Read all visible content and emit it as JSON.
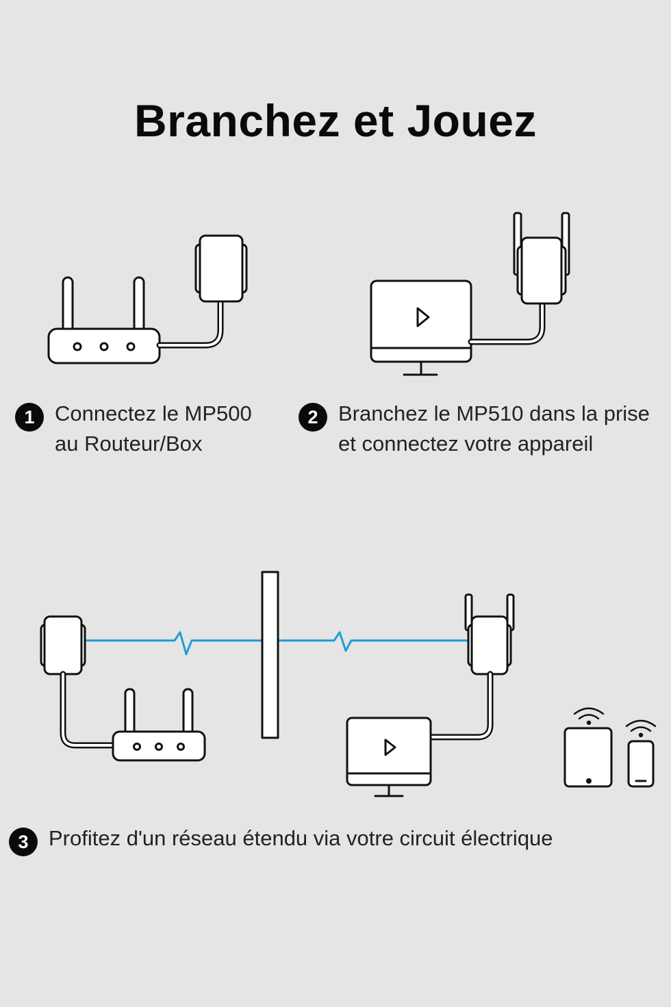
{
  "title": "Branchez et Jouez",
  "steps": [
    {
      "number": "1",
      "line1": "Connectez le MP500",
      "line2": "au Routeur/Box"
    },
    {
      "number": "2",
      "line1": "Branchez le MP510 dans la prise",
      "line2": "et connectez votre appareil"
    },
    {
      "number": "3",
      "line1": "Profitez d'un réseau étendu via votre circuit électrique"
    }
  ],
  "colors": {
    "background": "#e5e5e5",
    "powerline_signal": "#1f9bd6",
    "stroke": "#111111"
  },
  "icons": [
    "router-icon",
    "powerline-adapter-icon",
    "wifi-extender-icon",
    "monitor-icon",
    "play-icon",
    "wall-icon",
    "tablet-icon",
    "phone-icon",
    "wifi-signal-icon"
  ]
}
